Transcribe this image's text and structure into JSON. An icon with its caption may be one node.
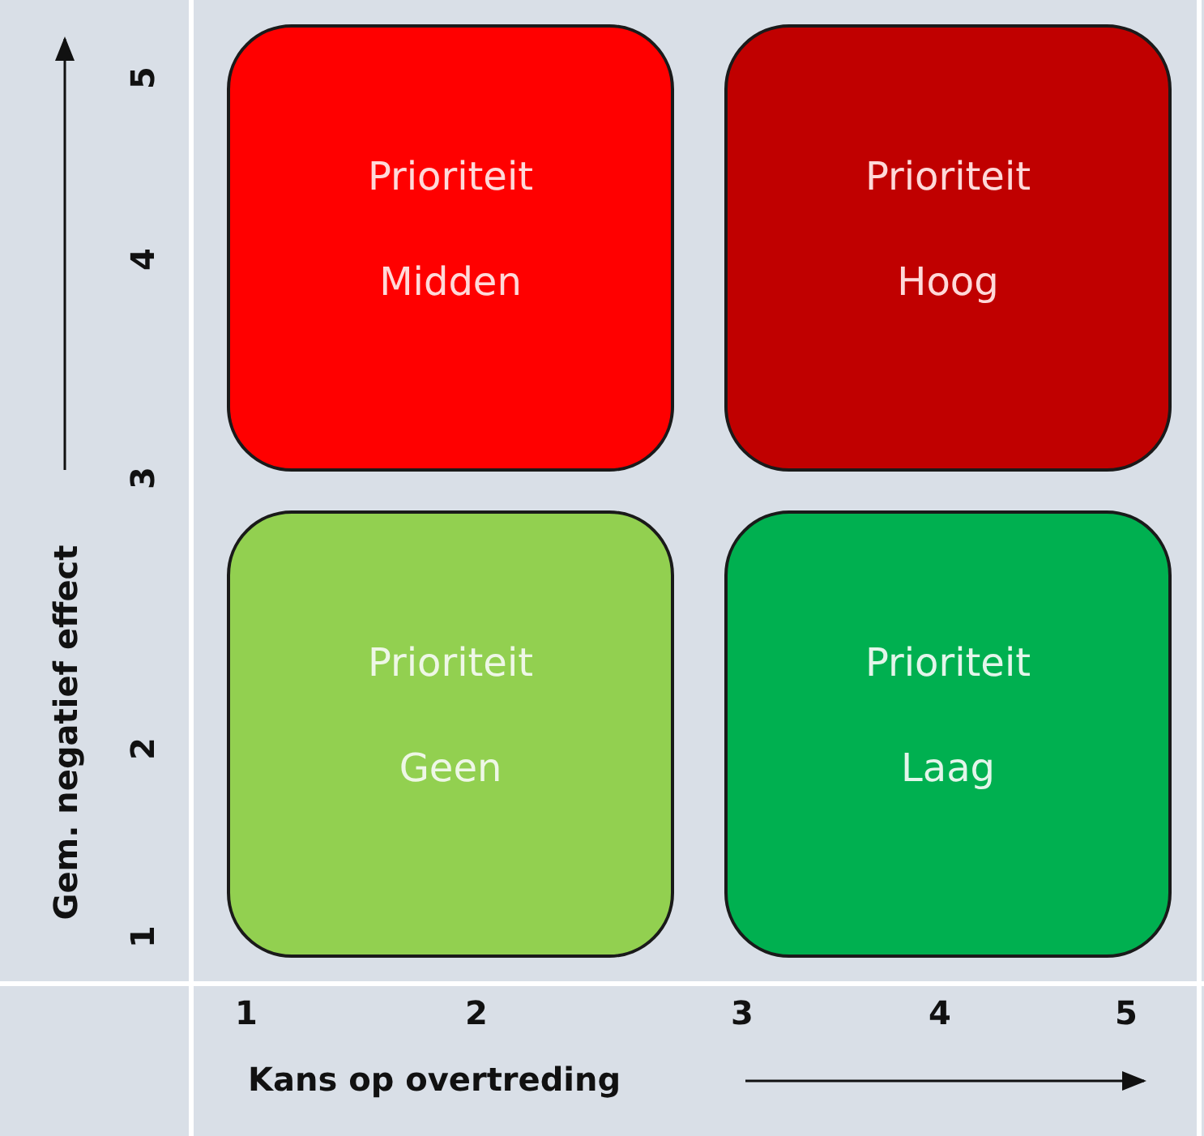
{
  "diagram": {
    "nodes": [
      {
        "text": [
          "Prioriteit",
          "Midden"
        ]
      },
      {
        "text": [
          "Prioriteit",
          "Hoog"
        ]
      },
      {
        "text": [
          "Prioriteit",
          "Geen"
        ]
      },
      {
        "text": [
          "Prioriteit",
          "Laag"
        ]
      }
    ],
    "labels": [
      "5",
      "4",
      "3",
      "Gem. negatief effect",
      "2",
      "1",
      "1",
      "2",
      "3",
      "4",
      "5",
      "Kans op overtreding"
    ]
  }
}
